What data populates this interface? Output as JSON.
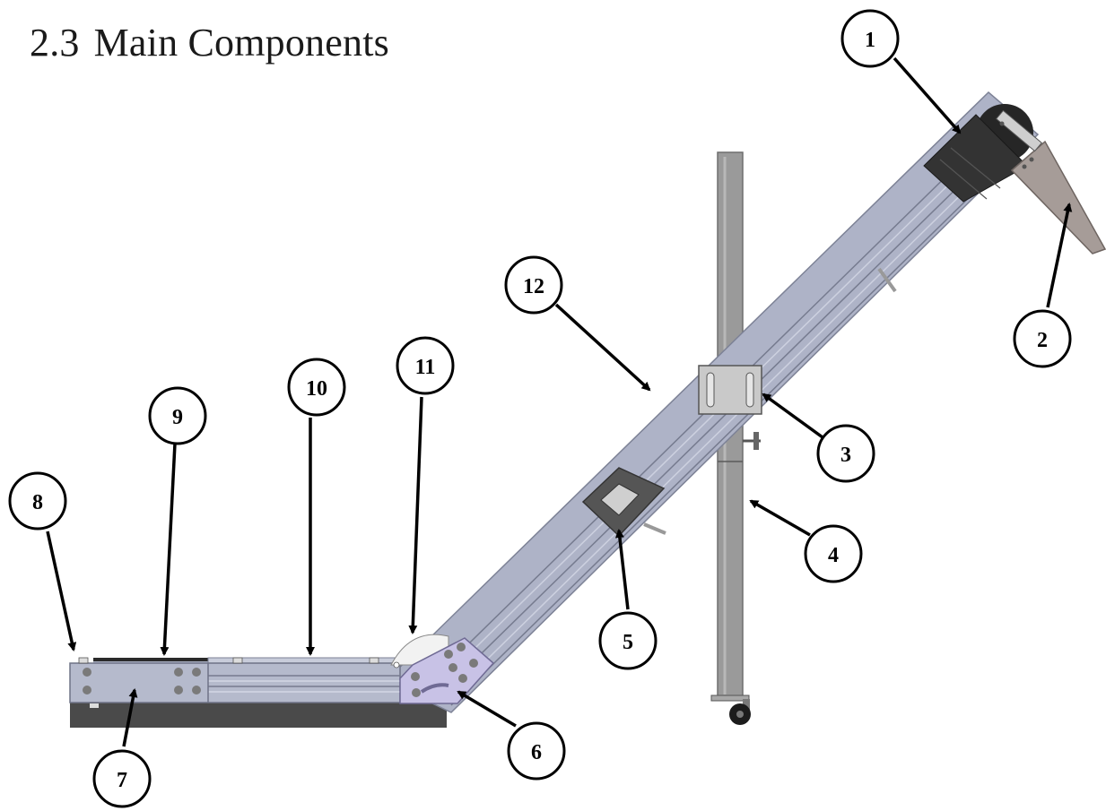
{
  "heading": {
    "number": "2.3",
    "title": "Main Components"
  },
  "callouts": [
    "1",
    "2",
    "3",
    "4",
    "5",
    "6",
    "7",
    "8",
    "9",
    "10",
    "11",
    "12"
  ]
}
